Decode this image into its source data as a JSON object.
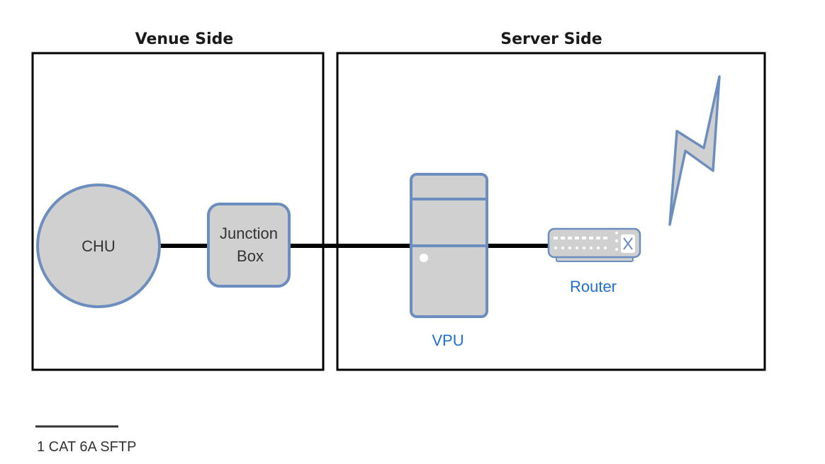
{
  "diagram": {
    "zones": [
      {
        "id": "venue",
        "title": "Venue Side"
      },
      {
        "id": "server",
        "title": "Server Side"
      }
    ],
    "nodes": {
      "chu": {
        "label": "CHU",
        "shape": "circle"
      },
      "junction_box": {
        "label_line1": "Junction",
        "label_line2": "Box",
        "shape": "rounded-rect"
      },
      "vpu": {
        "label": "VPU",
        "icon": "server-tower-icon"
      },
      "router": {
        "label": "Router",
        "icon": "router-icon"
      },
      "wireless": {
        "icon": "lightning-bolt-icon"
      }
    },
    "connections": [
      {
        "from": "CHU",
        "to": "Junction Box",
        "cable": "1 CAT 6A SFTP"
      },
      {
        "from": "Junction Box",
        "to": "VPU",
        "cable": "1 CAT 6A SFTP"
      },
      {
        "from": "VPU",
        "to": "Router",
        "cable": "1 CAT 6A SFTP"
      }
    ],
    "legend": {
      "cable_label": "1 CAT 6A SFTP"
    },
    "colors": {
      "node_fill": "#d0d0d0",
      "node_stroke": "#6c8ebf",
      "zone_stroke": "#000000",
      "cable": "#000000",
      "device_label": "#1f6fd1",
      "node_text": "#333333"
    }
  }
}
